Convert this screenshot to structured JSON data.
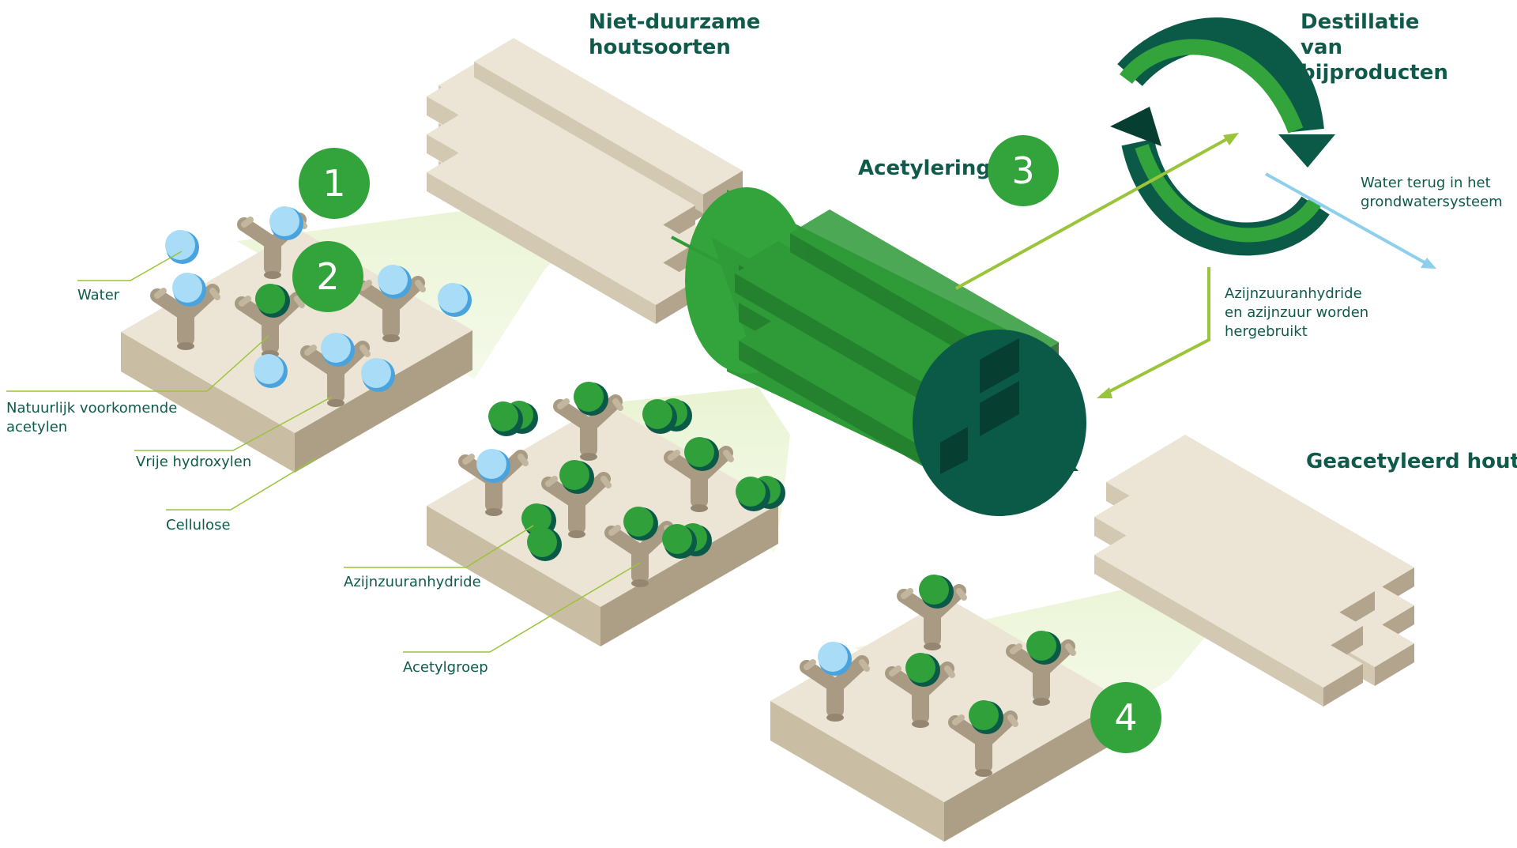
{
  "headings": {
    "wood_in": "Niet-duurzame houtsoorten",
    "acetylation": "Acetylering",
    "distillation": "Destillatie van bijproducten",
    "wood_out": "Geacetyleerd hout"
  },
  "steps": [
    "1",
    "2",
    "3",
    "4"
  ],
  "labels": {
    "water": "Water",
    "natural_acetyls": "Natuurlijk voorkomende acetylen",
    "hydroxyls": "Vrije hydroxylen",
    "cellulose": "Cellulose",
    "anhydride": "Azijnzuuranhydride",
    "acetyl_group": "Acetylgroep",
    "water_return": "Water terug in het grondwatersysteem",
    "reuse": "Azijnzuuranhydride en azijnzuur worden hergebruikt"
  },
  "colors": {
    "brand_green": "#33a33c",
    "dark_green": "#0b5a48",
    "text_green": "#0f5a4a",
    "light_green": "#9ac43a",
    "water_blue": "#8ecfee",
    "wood_top": "#ece5d6",
    "wood_side": "#b3a58d"
  }
}
